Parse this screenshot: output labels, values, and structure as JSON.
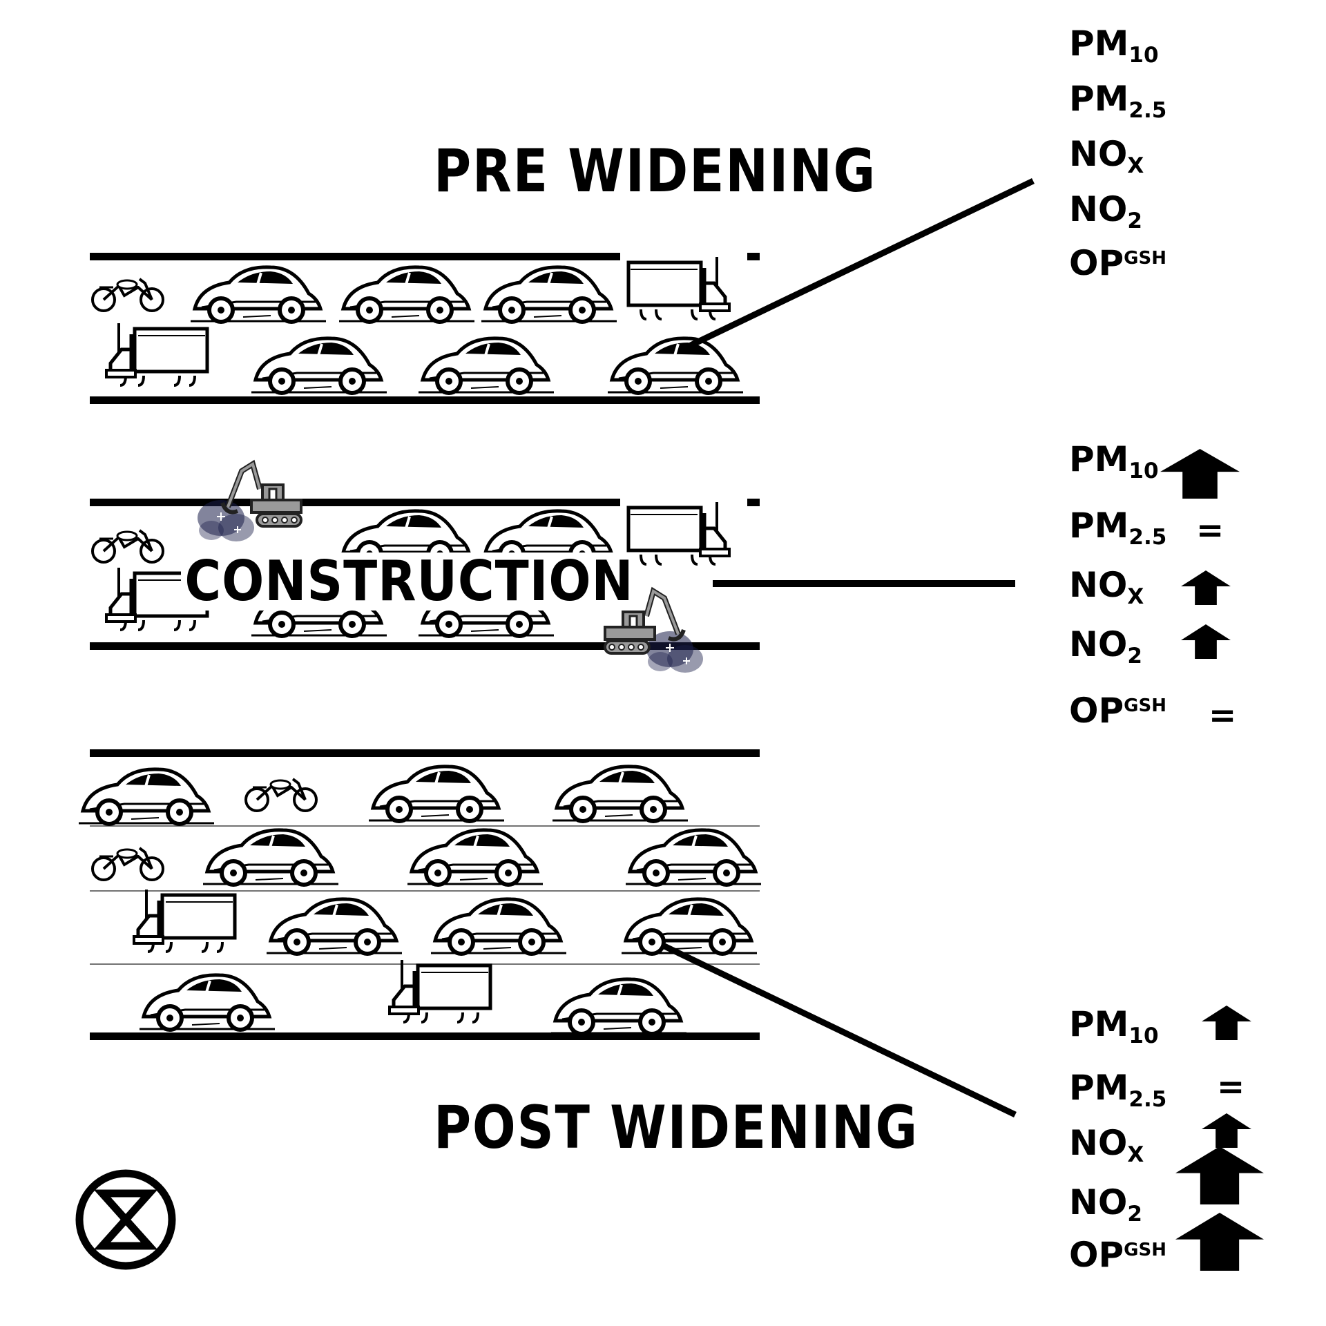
{
  "titles": {
    "pre": "PRE WIDENING",
    "construction": "CONSTRUCTION",
    "post": "POST WIDENING"
  },
  "pre_pollutants": [
    {
      "base": "PM",
      "sub": "10",
      "sup": "",
      "change": "none"
    },
    {
      "base": "PM",
      "sub": "2.5",
      "sup": "",
      "change": "none"
    },
    {
      "base": "NO",
      "sub": "X",
      "sup": "",
      "change": "none"
    },
    {
      "base": "NO",
      "sub": "2",
      "sup": "",
      "change": "none"
    },
    {
      "base": "OP",
      "sub": "",
      "sup": "GSH",
      "change": "none"
    }
  ],
  "construction_pollutants": [
    {
      "base": "PM",
      "sub": "10",
      "sup": "",
      "change": "increase-large",
      "symbol": ""
    },
    {
      "base": "PM",
      "sub": "2.5",
      "sup": "",
      "change": "no-change",
      "symbol": "="
    },
    {
      "base": "NO",
      "sub": "X",
      "sup": "",
      "change": "increase",
      "symbol": ""
    },
    {
      "base": "NO",
      "sub": "2",
      "sup": "",
      "change": "increase",
      "symbol": ""
    },
    {
      "base": "OP",
      "sub": "",
      "sup": "GSH",
      "change": "no-change",
      "symbol": "="
    }
  ],
  "post_pollutants": [
    {
      "base": "PM",
      "sub": "10",
      "sup": "",
      "change": "increase",
      "symbol": ""
    },
    {
      "base": "PM",
      "sub": "2.5",
      "sup": "",
      "change": "no-change",
      "symbol": "="
    },
    {
      "base": "NO",
      "sub": "X",
      "sup": "",
      "change": "increase",
      "symbol": ""
    },
    {
      "base": "NO",
      "sub": "2",
      "sup": "",
      "change": "increase-large",
      "symbol": ""
    },
    {
      "base": "OP",
      "sub": "",
      "sup": "GSH",
      "change": "increase-large",
      "symbol": ""
    }
  ],
  "icons": {
    "logo": "extinction-hourglass-icon",
    "vehicles": [
      "car-icon",
      "truck-icon",
      "motorcycle-icon",
      "excavator-icon"
    ]
  },
  "colors": {
    "ink": "#000000",
    "background": "#ffffff",
    "machine": "#8a8a8a",
    "dust": "#1b1f4a"
  }
}
